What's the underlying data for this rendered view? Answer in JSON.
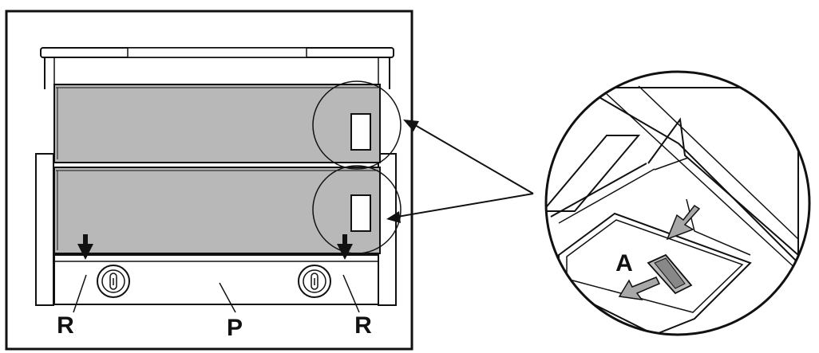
{
  "labels": {
    "left_r": "R",
    "center_p": "P",
    "right_r": "R",
    "detail_a": "A"
  },
  "colors": {
    "line": "#111111",
    "filter": "#b8b8b8",
    "arrow_fill": "#a8a8a8",
    "background": "#ffffff"
  },
  "icons": [
    "down-arrow-icon",
    "lock-knob-icon",
    "pointer-arrow-icon",
    "push-arrow-icon",
    "pull-arrow-icon"
  ]
}
